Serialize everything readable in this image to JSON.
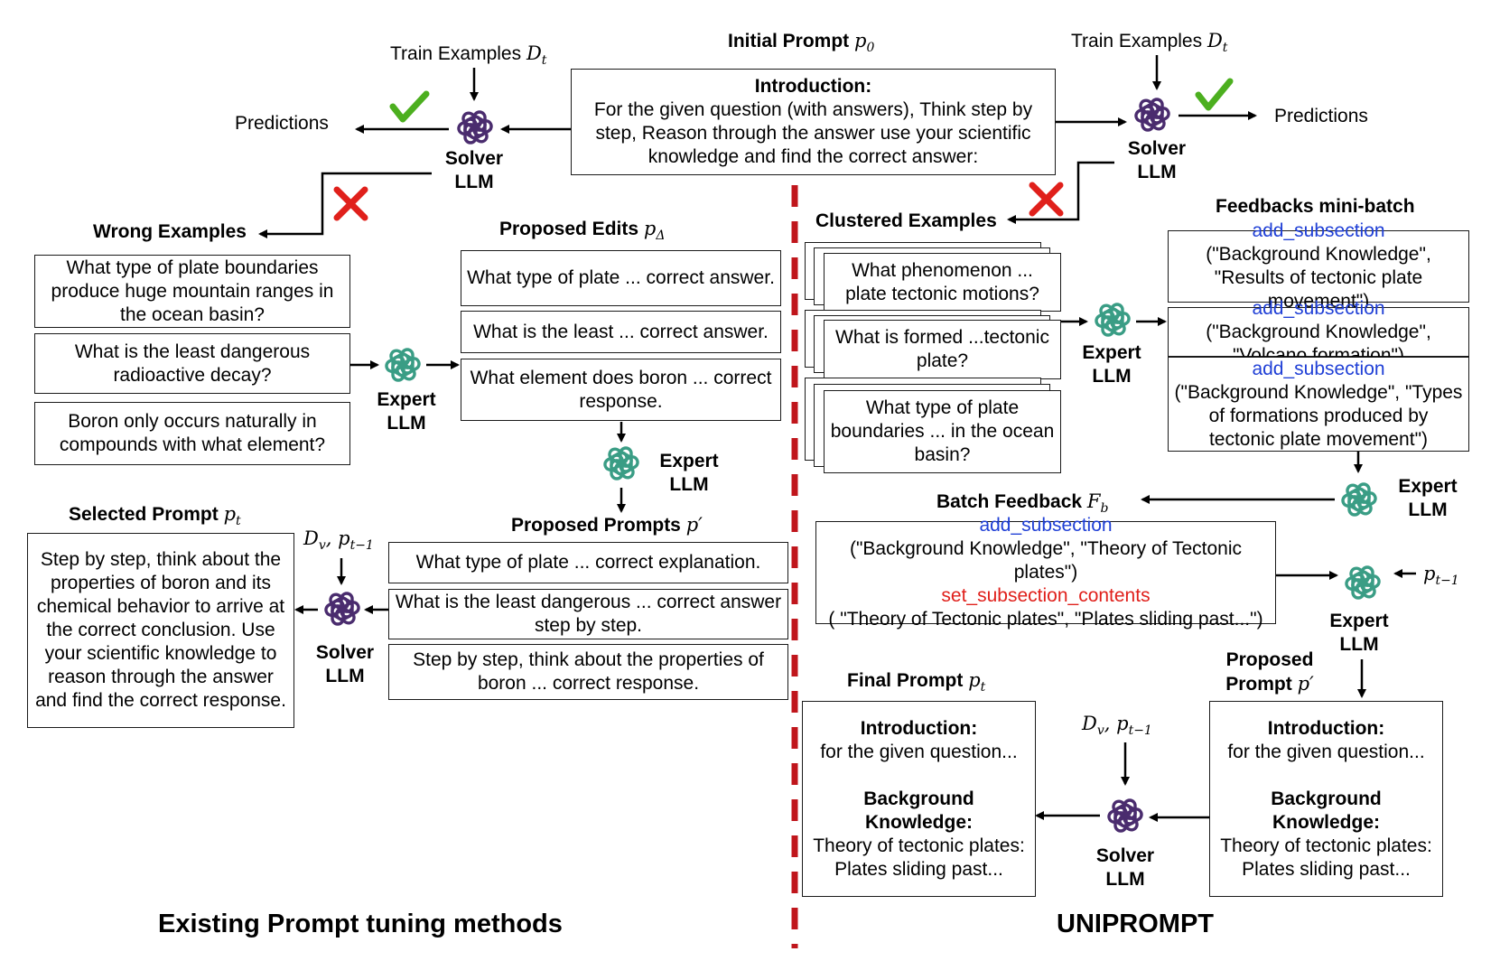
{
  "left_title": "Existing Prompt tuning methods",
  "right_title": "UNIPROMPT",
  "initial_prompt": {
    "label": "Initial Prompt",
    "symbol": "p",
    "sub": "0",
    "heading": "Introduction:",
    "text": "For the given question (with answers), Think step by step, Reason through the answer use your scientific knowledge and find the correct answer:"
  },
  "train_left": {
    "label": "Train Examples",
    "symbol": "D",
    "sub": "t"
  },
  "train_right": {
    "label": "Train Examples",
    "symbol": "D",
    "sub": "t"
  },
  "predictions_left": "Predictions",
  "predictions_right": "Predictions",
  "solver": {
    "line1": "Solver",
    "line2": "LLM"
  },
  "expert": {
    "line1": "Expert",
    "line2": "LLM"
  },
  "wrong_examples": {
    "label": "Wrong Examples",
    "items": [
      "What type of plate boundaries produce huge mountain ranges in the ocean basin?",
      "What is the least dangerous radioactive decay?",
      "Boron only occurs naturally in compounds with what element?"
    ]
  },
  "proposed_edits": {
    "label": "Proposed Edits",
    "symbol": "p",
    "sub": "Δ",
    "items": [
      "What type of plate ...  correct answer.",
      "What is the least ... correct answer.",
      "What element does boron ... correct response."
    ]
  },
  "proposed_prompts": {
    "label": "Proposed Prompts",
    "symbol": "p′",
    "items": [
      "What type of plate ... correct explanation.",
      "What is the least dangerous ... correct answer step by step.",
      "Step by step, think about the properties of boron ... correct response."
    ]
  },
  "selected_prompt": {
    "label": "Selected Prompt",
    "symbol": "p",
    "sub": "t",
    "text": "Step by step, think about the properties of boron and its chemical behavior to arrive at the correct conclusion. Use your scientific knowledge to reason through the answer and find the correct response."
  },
  "dv_left": {
    "text": "D",
    "sub": "v",
    "rest": ", p",
    "sub2": "t−1"
  },
  "dv_right": {
    "text": "D",
    "sub": "v",
    "rest": ", p",
    "sub2": "t−1"
  },
  "pt1_right": {
    "text": "p",
    "sub": "t−1"
  },
  "clustered_examples": {
    "label": "Clustered Examples",
    "items": [
      "What phenomenon ... plate tectonic motions?",
      "What is formed ...tectonic plate?",
      "What type of plate boundaries ... in the ocean basin?"
    ]
  },
  "feedbacks_minibatch": {
    "label": "Feedbacks mini-batch",
    "items": [
      {
        "fn": "add_subsection",
        "args": "(\"Background Knowledge\", \"Results of tectonic plate movement\")"
      },
      {
        "fn": "add_subsection",
        "args": "(\"Background Knowledge\", \"Volcano formation\")"
      },
      {
        "fn": "add_subsection",
        "args": "(\"Background Knowledge\", \"Types of formations produced by tectonic plate movement\")"
      }
    ]
  },
  "batch_feedback": {
    "label": "Batch Feedback",
    "symbol": "F",
    "sub": "b",
    "fn1": "add_subsection",
    "args1": "(\"Background Knowledge\", \"Theory of Tectonic plates\")",
    "fn2": "set_subsection_contents",
    "args2": "( \"Theory of Tectonic plates\", \"Plates sliding past...\")"
  },
  "proposed_prompt_right": {
    "label1": "Proposed",
    "label2": "Prompt",
    "symbol": "p′",
    "heading": "Introduction:",
    "intro": "for the given question...",
    "heading2": "Background Knowledge:",
    "body": "Theory of tectonic plates: Plates sliding past..."
  },
  "final_prompt": {
    "label": "Final Prompt",
    "symbol": "p",
    "sub": "t",
    "heading": "Introduction:",
    "intro": "for the given question...",
    "heading2": "Background Knowledge:",
    "body": "Theory of tectonic plates: Plates sliding past..."
  },
  "colors": {
    "blue": "#1f3fd6",
    "red": "#e0201b",
    "check": "#4caf1f",
    "openai_green": "#3a9d85",
    "openai_purple": "#4a2c6e",
    "divider": "#c0161c"
  }
}
